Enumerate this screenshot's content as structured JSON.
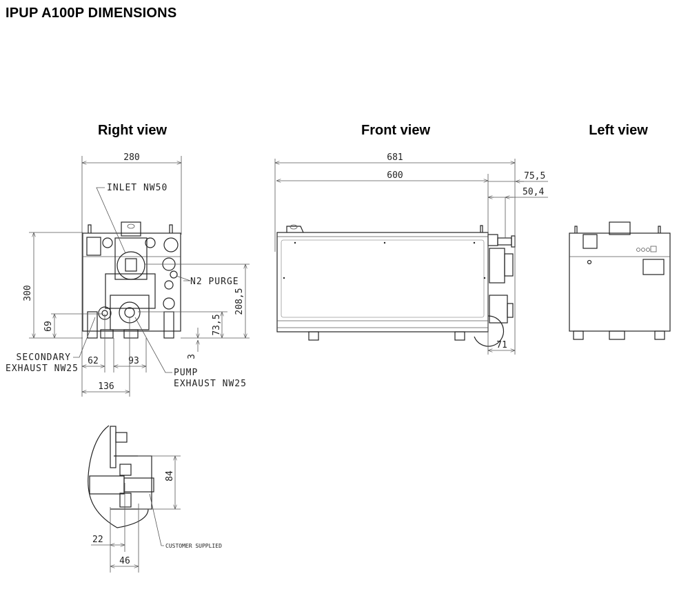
{
  "title": "IPUP A100P DIMENSIONS",
  "views": {
    "right": {
      "title": "Right view",
      "dims": {
        "width": "280",
        "height": "300",
        "d69": "69",
        "d73_5": "73,5",
        "d208_5": "208,5",
        "d3": "3",
        "d62": "62",
        "d93": "93",
        "d136": "136"
      },
      "labels": {
        "inlet": "INLET NW50",
        "n2_purge": "N2 PURGE",
        "secondary_1": "SECONDARY",
        "secondary_2": "EXHAUST NW25",
        "pump_1": "PUMP",
        "pump_2": "EXHAUST NW25"
      }
    },
    "front": {
      "title": "Front view",
      "dims": {
        "d681": "681",
        "d600": "600",
        "d75_5": "75,5",
        "d50_4": "50,4",
        "d71": "71"
      }
    },
    "left": {
      "title": "Left view"
    },
    "detail": {
      "dims": {
        "d84": "84",
        "d22": "22",
        "d46": "46"
      },
      "labels": {
        "customer": "CUSTOMER SUPPLIED"
      }
    }
  }
}
